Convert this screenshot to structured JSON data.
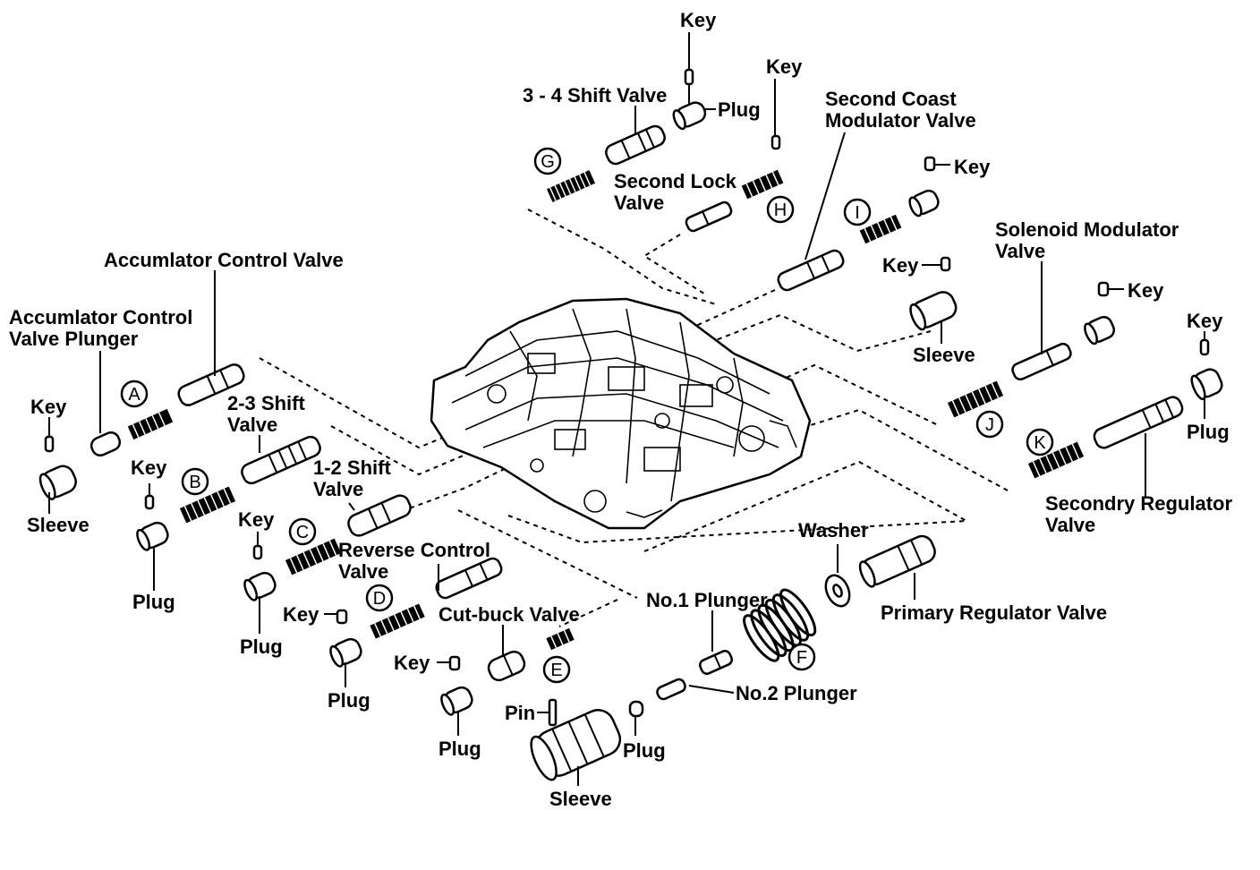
{
  "labels": {
    "key_top": "Key",
    "shift_34": "3 - 4 Shift Valve",
    "plug_top": "Plug",
    "key_h": "Key",
    "second_coast_1": "Second Coast",
    "second_coast_2": "Modulator Valve",
    "key_i": "Key",
    "second_lock_1": "Second Lock",
    "second_lock_2": "Valve",
    "solenoid_mod_1": "Solenoid Modulator",
    "solenoid_mod_2": "Valve",
    "key_sleeve_right": "Key",
    "sleeve_right": "Sleeve",
    "key_solenoid": "Key",
    "key_far_right": "Key",
    "plug_far_right": "Plug",
    "acc_control": "Accumlator Control Valve",
    "acc_plunger_1": "Accumlator Control",
    "acc_plunger_2": "Valve Plunger",
    "key_left": "Key",
    "sleeve_left": "Sleeve",
    "shift_23_1": "2-3 Shift",
    "shift_23_2": "Valve",
    "key_b": "Key",
    "plug_b": "Plug",
    "shift_12_1": "1-2 Shift",
    "shift_12_2": "Valve",
    "key_c": "Key",
    "plug_c": "Plug",
    "reverse_1": "Reverse Control",
    "reverse_2": "Valve",
    "key_d": "Key",
    "plug_d": "Plug",
    "cutback": "Cut-buck Valve",
    "key_e": "Key",
    "plug_e": "Plug",
    "pin": "Pin",
    "plug_bottom": "Plug",
    "sleeve_bottom": "Sleeve",
    "no1_plunger": "No.1 Plunger",
    "no2_plunger": "No.2 Plunger",
    "washer": "Washer",
    "primary_reg": "Primary Regulator Valve",
    "secondary_reg_1": "Secondry Regulator",
    "secondary_reg_2": "Valve"
  },
  "callouts": {
    "a": "A",
    "b": "B",
    "c": "C",
    "d": "D",
    "e": "E",
    "f": "F",
    "g": "G",
    "h": "H",
    "i": "I",
    "j": "J",
    "k": "K"
  }
}
